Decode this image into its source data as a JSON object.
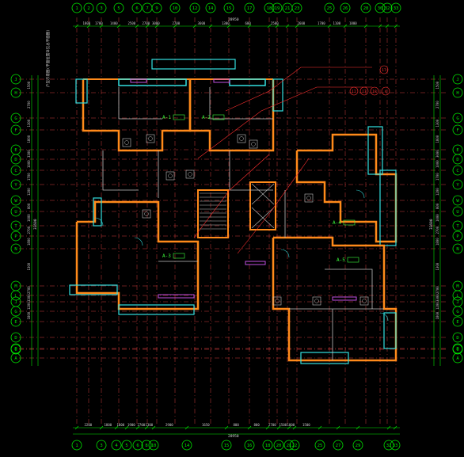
{
  "drawing": {
    "colors": {
      "background": "#000000",
      "axis_line": "#d13c3c",
      "grid_bubble": "#00e600",
      "wall": "#ff8a1a",
      "wall_inner": "#c0c0c0",
      "window": "#33e0e0",
      "balcony": "#c050e0",
      "dim_text": "#d0d0d0",
      "leader": "#ff3030",
      "label_green": "#3cff3c"
    },
    "top_axes": [
      "1",
      "2",
      "3",
      "5",
      "6",
      "7",
      "9",
      "10",
      "12",
      "14",
      "15",
      "17",
      "18",
      "19",
      "21",
      "23",
      "25",
      "26",
      "28",
      "30",
      "32",
      "33"
    ],
    "bottom_axes": [
      "1",
      "3",
      "4",
      "5",
      "6",
      "8",
      "10",
      "14",
      "15",
      "16",
      "18",
      "20",
      "21",
      "22",
      "25",
      "27",
      "29",
      "32",
      "33"
    ],
    "left_axes": [
      "J",
      "H",
      "G",
      "F",
      "E",
      "D",
      "C",
      "Y",
      "W",
      "U",
      "T",
      "P",
      "N",
      "M",
      "L",
      "J",
      "G",
      "E",
      "D",
      "C",
      "B",
      "A"
    ],
    "right_axes": [
      "J",
      "H",
      "G",
      "F",
      "E",
      "D",
      "C",
      "Y",
      "W",
      "U",
      "T",
      "P",
      "N",
      "M",
      "L",
      "J",
      "G",
      "E",
      "D",
      "C",
      "B",
      "A"
    ],
    "top_dims": [
      "1800",
      "1700",
      "1400",
      "2500",
      "2700",
      "3000",
      "2700",
      "3600",
      "1300",
      "600",
      "2500",
      "2600",
      "1700",
      "1100",
      "1800"
    ],
    "top_total": "28950",
    "bottom_dims": [
      "2200",
      "1800",
      "1800",
      "1900",
      "2700",
      "1300",
      "2900",
      "1650",
      "800",
      "800",
      "2700",
      "1500",
      "1800",
      "1500"
    ],
    "bottom_total": "28950",
    "left_dims": [
      "1500",
      "2700",
      "1300",
      "1800",
      "3300",
      "1000",
      "1700",
      "1200",
      "800",
      "1000",
      "2700",
      "1800",
      "1300",
      "2700",
      "3300",
      "1200",
      "1800"
    ],
    "right_dims": [
      "1500",
      "2700",
      "1300",
      "1800",
      "3000",
      "1000",
      "1700",
      "1200",
      "800",
      "1000",
      "2700",
      "1800",
      "1300",
      "2700",
      "3300",
      "1200",
      "1800"
    ],
    "side_total": "33600",
    "room_labels": [
      "A-1",
      "A-2",
      "A-3",
      "A-4",
      "A-5"
    ],
    "callout_numbers": [
      "17",
      "12",
      "13",
      "18",
      "4"
    ],
    "vertical_note": "户型示意图(平面位置详见总平面图)"
  }
}
